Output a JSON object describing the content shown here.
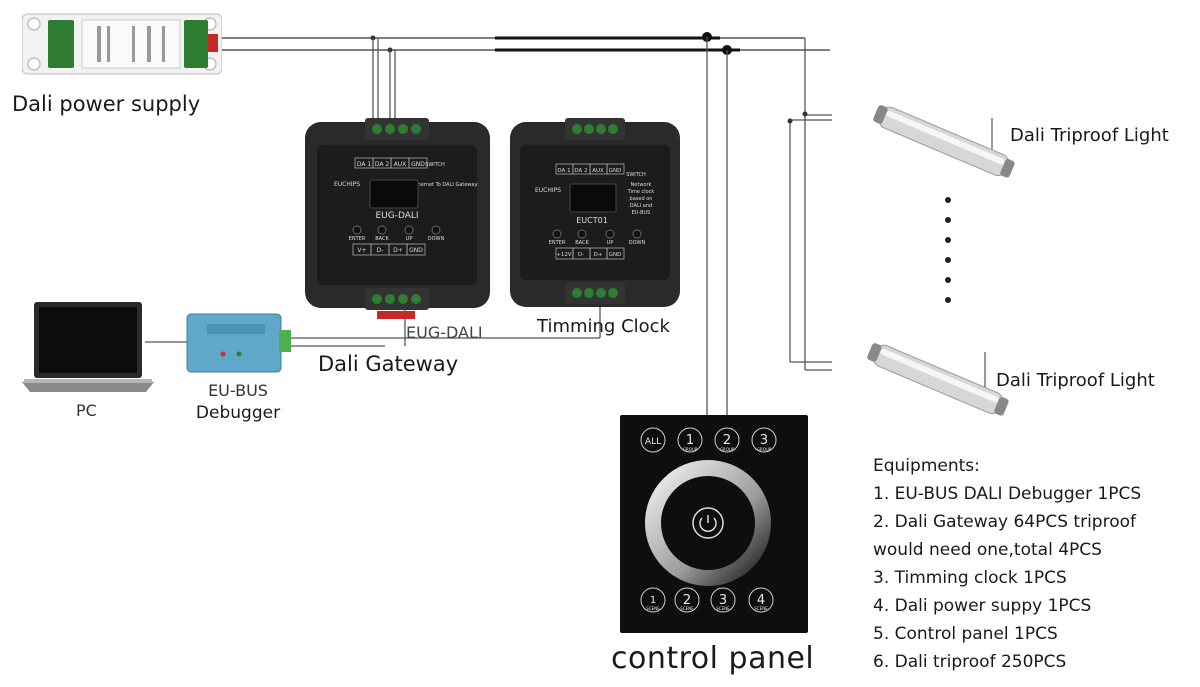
{
  "labels": {
    "power_supply": "Dali power supply",
    "gateway": "Dali Gateway",
    "gateway_under": "EUG-DALI",
    "timer": "Timming Clock",
    "pc": "PC",
    "debugger_line1": "EU-BUS",
    "debugger_line2": "Debugger",
    "control_panel": "control panel",
    "light_top": "Dali Triproof Light",
    "light_bottom": "Dali Triproof Light"
  },
  "gateway_device": {
    "brand": "EUCHIPS",
    "model": "EUG-DALI",
    "terminals_top": [
      "DA 1",
      "DA 2",
      "AUX",
      "GND"
    ],
    "switch": "SWITCH",
    "description": "Ethernet To DALI Gateway",
    "buttons": [
      "ENTER",
      "BACK",
      "UP",
      "DOWN"
    ],
    "terminals_bottom": [
      "V+",
      "D-",
      "D+",
      "GND"
    ]
  },
  "timer_device": {
    "brand": "EUCHIPS",
    "model": "EUCT01",
    "terminals_top": [
      "DA 1",
      "DA 2",
      "AUX",
      "GND"
    ],
    "switch": "SWITCH",
    "description": [
      "Network",
      "Time clock",
      "based on",
      "DALI and",
      "EU-BUS"
    ],
    "buttons": [
      "ENTER",
      "BACK",
      "UP",
      "DOWN"
    ],
    "terminals_bottom": [
      "+12V",
      "D-",
      "D+",
      "GND"
    ]
  },
  "panel_device": {
    "top_buttons": [
      "ALL",
      "1",
      "2",
      "3"
    ],
    "top_sub": [
      "",
      "GROUP",
      "GROUP",
      "GROUP"
    ],
    "bottom_buttons": [
      "1",
      "2",
      "3",
      "4"
    ],
    "bottom_sub": [
      "SCENE",
      "SCENE",
      "SCENE",
      "SCENE"
    ]
  },
  "equipments": {
    "title": "Equipments:",
    "items": [
      "1. EU-BUS DALI Debugger 1PCS",
      "2. Dali Gateway  64PCS triproof",
      "would need one,total  4PCS",
      "3. Timming clock 1PCS",
      "4. Dali power suppy 1PCS",
      "5. Control panel 1PCS",
      "6. Dali triproof 250PCS"
    ]
  }
}
